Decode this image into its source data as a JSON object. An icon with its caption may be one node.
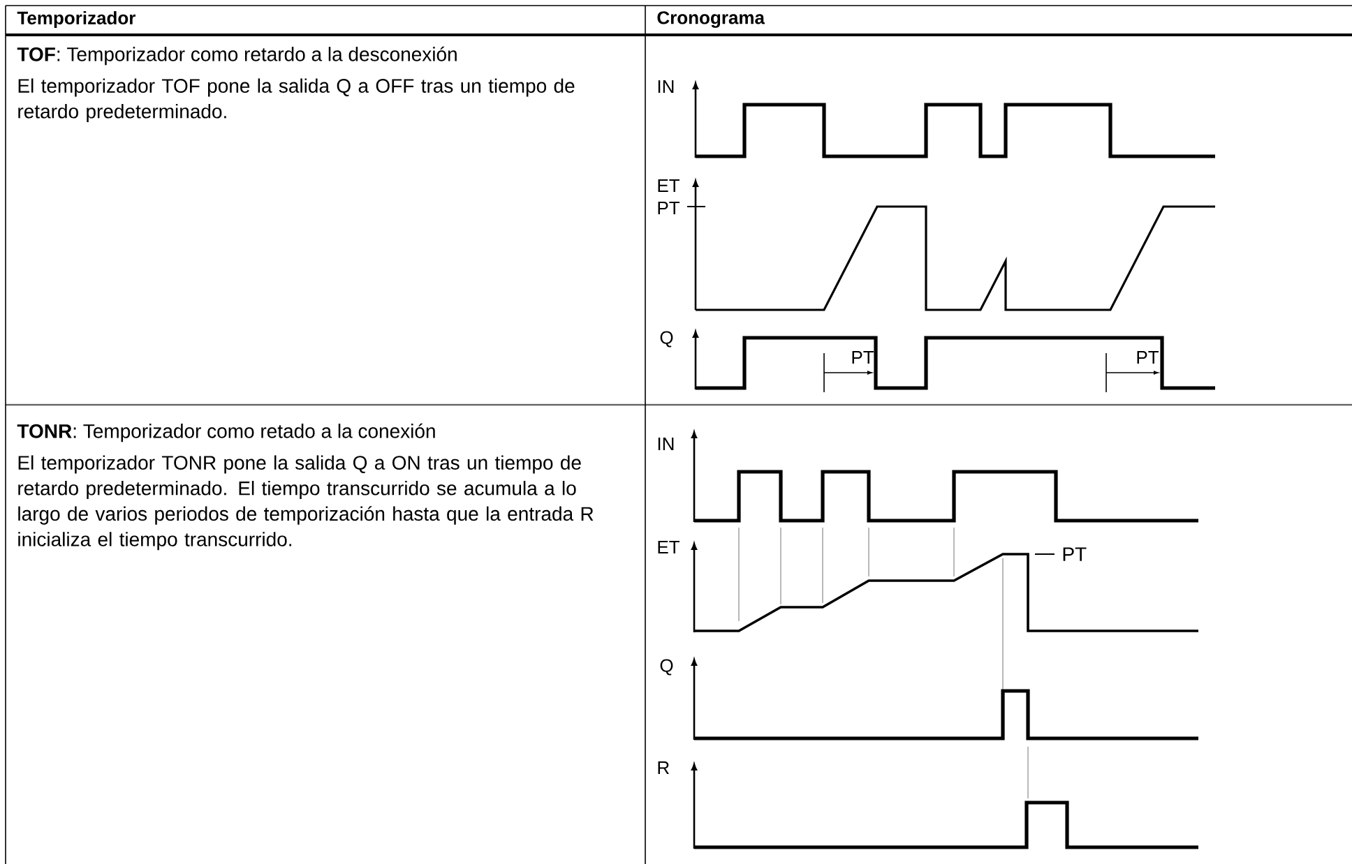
{
  "diagram": {
    "labels": [
      "Temporizador",
      "Cronograma",
      "**TOF**: Temporizador como retardo a la desconexión",
      "El temporizador TOF pone la salida Q a OFF tras un tiempo de retardo predeterminado.",
      "IN",
      "ET",
      "PT",
      "Q",
      "PT",
      "PT",
      "**TONR**: Temporizador como retado a la conexión",
      "El temporizador TONR pone la salida Q a ON tras un tiempo de retardo predeterminado. El tiempo transcurrido se acumula a lo largo de varios periodos de temporización hasta que la entrada R inicializa el tiempo transcurrido.",
      "IN",
      "ET",
      "PT",
      "Q",
      "R"
    ]
  }
}
